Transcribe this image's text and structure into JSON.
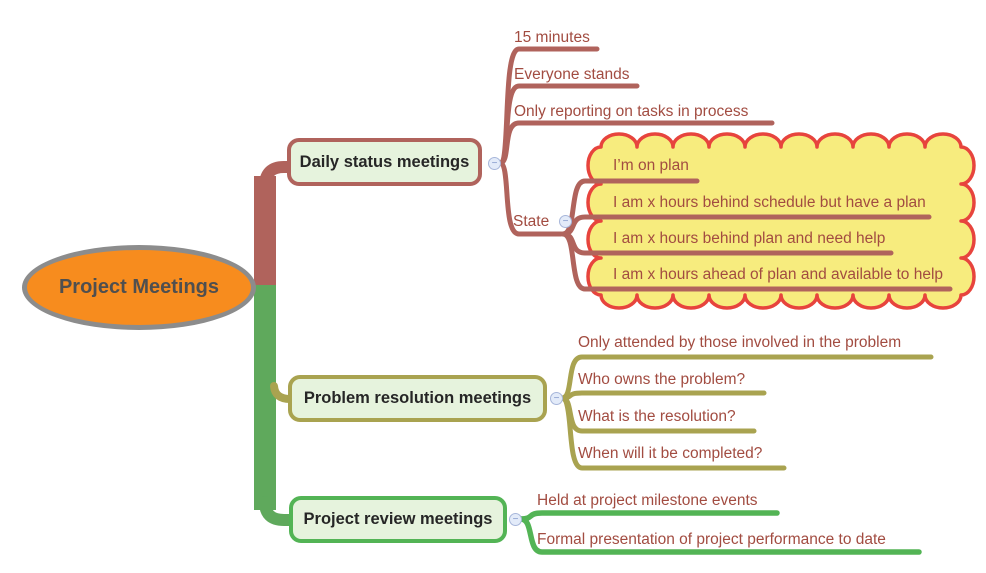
{
  "ui": {
    "collapse_glyph": "−"
  },
  "colors": {
    "root_fill": "#f78c1e",
    "root_border": "#8c8c8c",
    "root_text": "#4f4f4f",
    "topic_fill": "#e6f3dd",
    "topic_text": "#262626",
    "branch_daily": "#b0635c",
    "branch_problem": "#a9a350",
    "branch_review": "#53b455",
    "trunk_green": "#5fa95c",
    "subtopic_text": "#a24c41",
    "cloud_fill": "#f7ec7e",
    "cloud_border": "#e7443d",
    "collapse_fill": "#e3ebf9",
    "collapse_border": "#a7b6da",
    "collapse_glyph_color": "#7f95c9"
  },
  "root": {
    "label": "Project Meetings"
  },
  "topics": [
    {
      "label": "Daily status meetings",
      "children": [
        {
          "label": "15 minutes"
        },
        {
          "label": "Everyone stands"
        },
        {
          "label": "Only reporting on tasks in process"
        },
        {
          "label": "State",
          "children": [
            {
              "label": "I’m on plan"
            },
            {
              "label": "I am x hours behind schedule but have a plan"
            },
            {
              "label": "I am x hours behind plan and need help"
            },
            {
              "label": "I am x hours ahead of plan and available to help"
            }
          ]
        }
      ]
    },
    {
      "label": "Problem resolution meetings",
      "children": [
        {
          "label": "Only attended by those involved in the problem"
        },
        {
          "label": "Who owns the problem?"
        },
        {
          "label": "What is the resolution?"
        },
        {
          "label": "When will it be completed?"
        }
      ]
    },
    {
      "label": "Project review meetings",
      "children": [
        {
          "label": "Held at project milestone events"
        },
        {
          "label": "Formal presentation of project performance to date"
        }
      ]
    }
  ]
}
